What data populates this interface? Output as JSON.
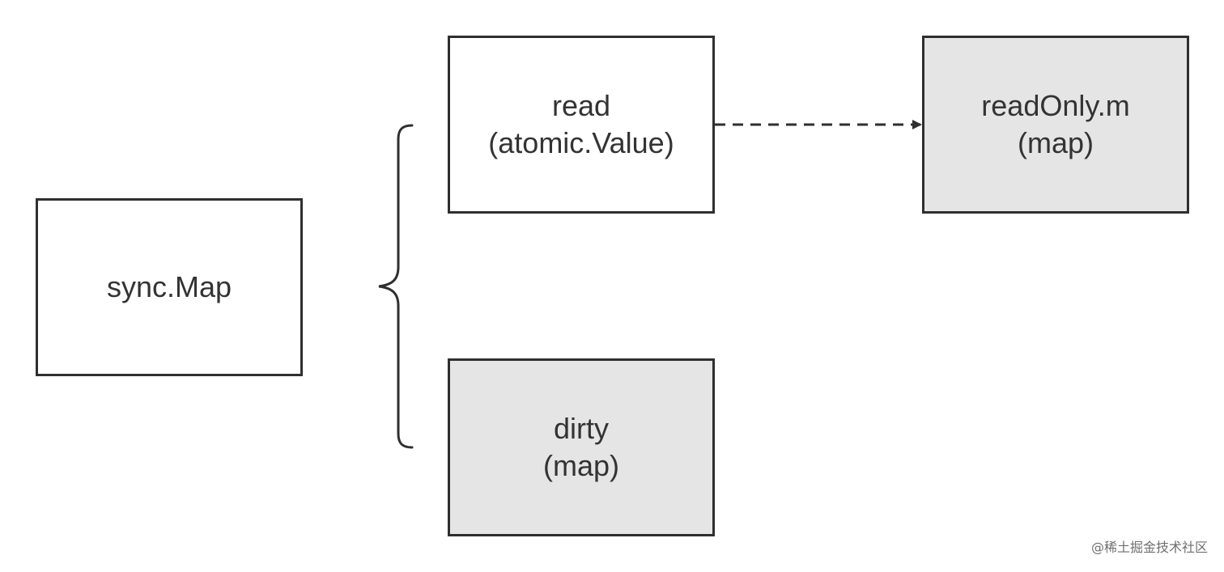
{
  "colors": {
    "stroke": "#2f2f2f",
    "text": "#333333",
    "fill_plain": "#ffffff",
    "fill_shaded": "#e5e5e5"
  },
  "nodes": {
    "syncmap": {
      "line1": "sync.Map",
      "shaded": false
    },
    "read": {
      "line1": "read",
      "line2": "(atomic.Value)",
      "shaded": false
    },
    "readonly": {
      "line1": "readOnly.m",
      "line2": "(map)",
      "shaded": true
    },
    "dirty": {
      "line1": "dirty",
      "line2": "(map)",
      "shaded": true
    }
  },
  "edges": [
    {
      "from": "read",
      "to": "readonly",
      "style": "dashed",
      "arrow": "end"
    }
  ],
  "groups": [
    {
      "parent": "syncmap",
      "children": [
        "read",
        "dirty"
      ],
      "connector": "curly-brace"
    }
  ],
  "watermark": "@稀土掘金技术社区"
}
